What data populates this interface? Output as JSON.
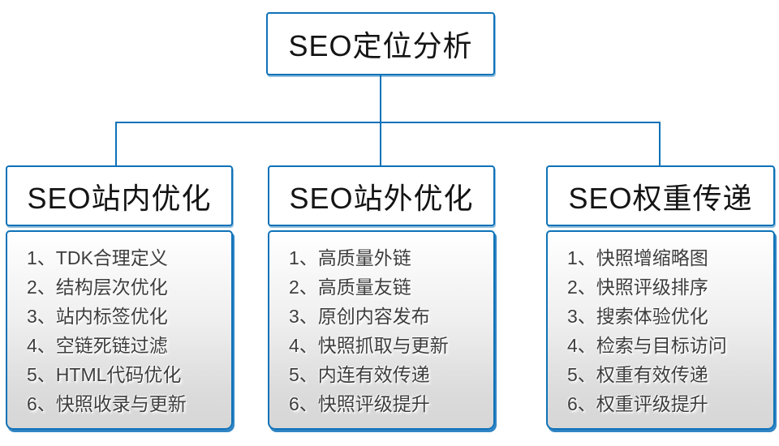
{
  "diagram": {
    "root": {
      "label": "SEO定位分析"
    },
    "branches": [
      {
        "title": "SEO站内优化",
        "items": [
          "1、TDK合理定义",
          "2、结构层次优化",
          "3、站内标签优化",
          "4、空链死链过滤",
          "5、HTML代码优化",
          "6、快照收录与更新"
        ]
      },
      {
        "title": "SEO站外优化",
        "items": [
          "1、高质量外链",
          "2、高质量友链",
          "3、原创内容发布",
          "4、快照抓取与更新",
          "5、内连有效传递",
          "6、快照评级提升"
        ]
      },
      {
        "title": "SEO权重传递",
        "items": [
          "1、快照增缩略图",
          "2、快照评级排序",
          "3、搜索体验优化",
          "4、检索与目标访问",
          "5、权重有效传递",
          "6、权重评级提升"
        ]
      }
    ],
    "colors": {
      "accent_border": "#0e72b8",
      "connector": "#0e72b8",
      "header_background": "#ffffff",
      "list_gradient_top": "#ffffff",
      "list_gradient_bottom": "#d6d6d6",
      "header_text": "#141414",
      "list_text": "#3d3d3d"
    }
  }
}
